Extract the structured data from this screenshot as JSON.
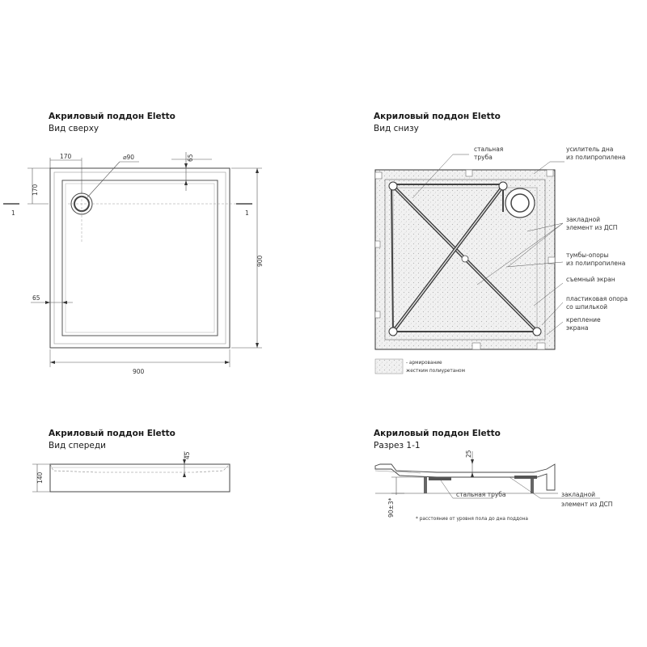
{
  "top_view": {
    "title": "Акриловый поддон Eletto",
    "subtitle": "Вид сверху",
    "dim_170_h": "170",
    "dim_diam": "⌀90",
    "dim_65_top": "65",
    "dim_170_v": "170",
    "dim_65_left": "65",
    "dim_900_w": "900",
    "dim_900_h": "900",
    "section_mark": "1"
  },
  "bottom_view": {
    "title": "Акриловый поддон Eletto",
    "subtitle": "Вид снизу",
    "callouts": {
      "steel_pipe_1": "стальная",
      "steel_pipe_2": "труба",
      "amplifier_1": "усилитель дна",
      "amplifier_2": "из полипропилена",
      "embedded_1": "закладной",
      "embedded_2": "элемент из ДСП",
      "pedestal_1": "тумбы-опоры",
      "pedestal_2": "из полипропилена",
      "screen": "съемный экран",
      "support_1": "пластиковая опора",
      "support_2": "со шпилькой",
      "mount_1": "крепление",
      "mount_2": "экрана"
    },
    "legend_1": "- армирование",
    "legend_2": "жестким полиуретаном"
  },
  "front_view": {
    "title": "Акриловый поддон Eletto",
    "subtitle": "Вид спереди",
    "dim_140": "140",
    "dim_45": "45"
  },
  "section_view": {
    "title": "Акриловый поддон Eletto",
    "subtitle": "Разрез 1-1",
    "dim_25": "25",
    "dim_90": "90±3*",
    "callout_pipe": "стальная труба",
    "callout_embedded_1": "закладной",
    "callout_embedded_2": "элемент из ДСП",
    "footnote": "* расстояние от уровня пола до дна поддона"
  }
}
